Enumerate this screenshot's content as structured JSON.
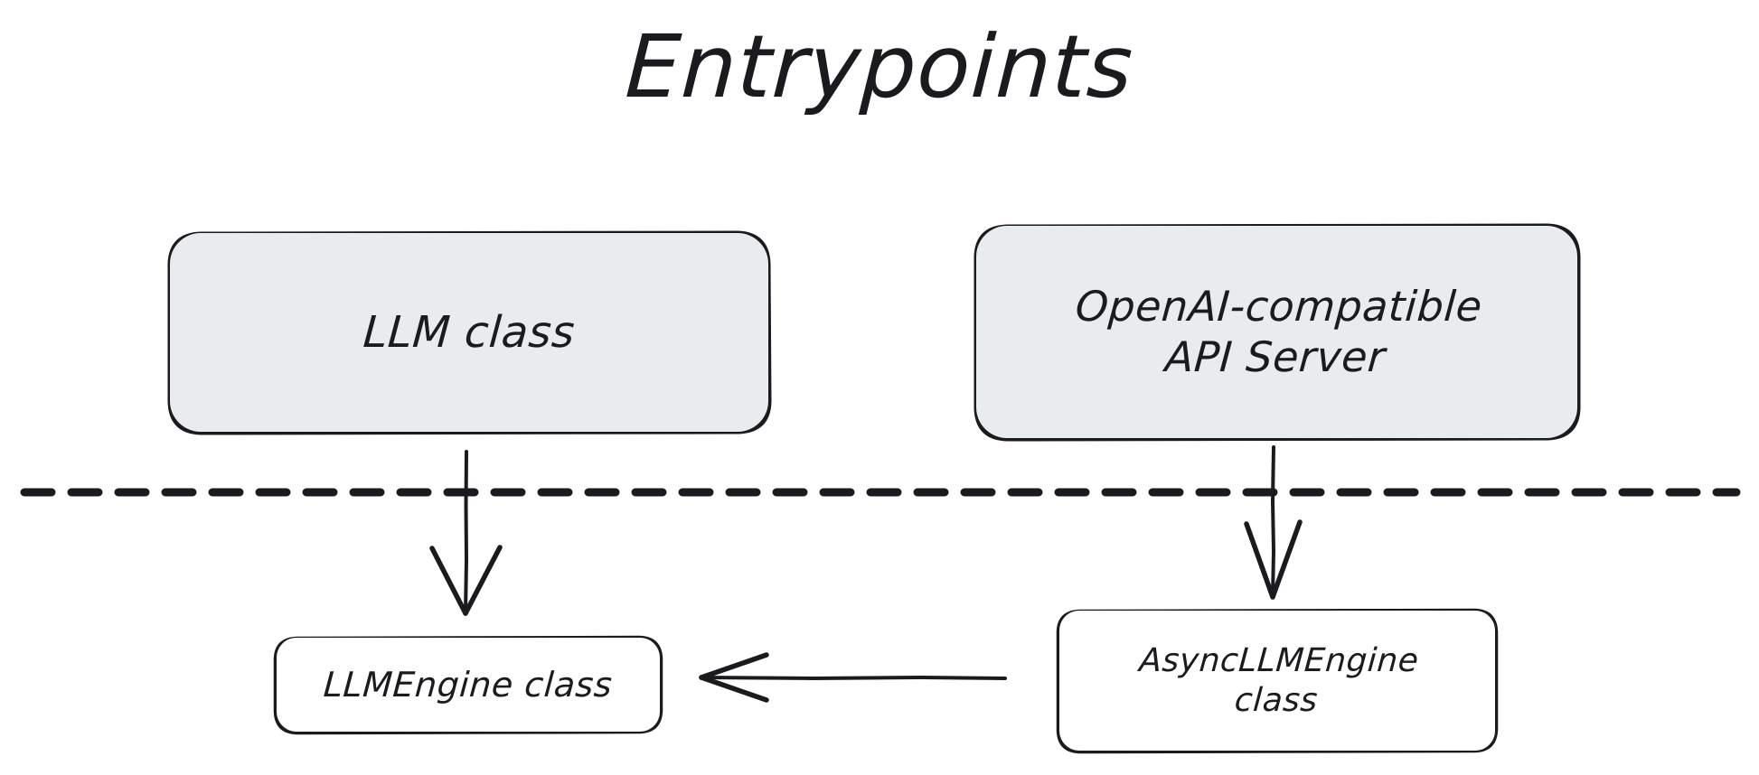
{
  "diagram": {
    "title": "Entrypoints",
    "background_color": "#ffffff",
    "stroke_color": "#1b1b1f",
    "filled_node_color": "#e8ecee",
    "plain_node_color": "#ffffff",
    "style": "hand-drawn",
    "nodes": [
      {
        "id": "llm-class",
        "label": "LLM class",
        "fill": "#e8ecee",
        "section": "above-divider"
      },
      {
        "id": "openai-server",
        "label": "OpenAI-compatible\nAPI Server",
        "fill": "#e8ecee",
        "section": "above-divider"
      },
      {
        "id": "llmengine-class",
        "label": "LLMEngine class",
        "fill": "#ffffff",
        "section": "below-divider"
      },
      {
        "id": "async-llmengine-class",
        "label": "AsyncLLMEngine\nclass",
        "fill": "#ffffff",
        "section": "below-divider"
      }
    ],
    "edges": [
      {
        "id": "llm-to-llmengine",
        "from": "llm-class",
        "to": "llmengine-class",
        "direction": "down",
        "style": "solid",
        "arrowhead": "open-v"
      },
      {
        "id": "server-to-async",
        "from": "openai-server",
        "to": "async-llmengine-class",
        "direction": "down",
        "style": "solid",
        "arrowhead": "open-v"
      },
      {
        "id": "async-to-llmengine",
        "from": "async-llmengine-class",
        "to": "llmengine-class",
        "direction": "left",
        "style": "solid",
        "arrowhead": "open-v"
      }
    ],
    "divider": {
      "id": "section-divider",
      "style": "dashed",
      "orientation": "horizontal"
    }
  }
}
